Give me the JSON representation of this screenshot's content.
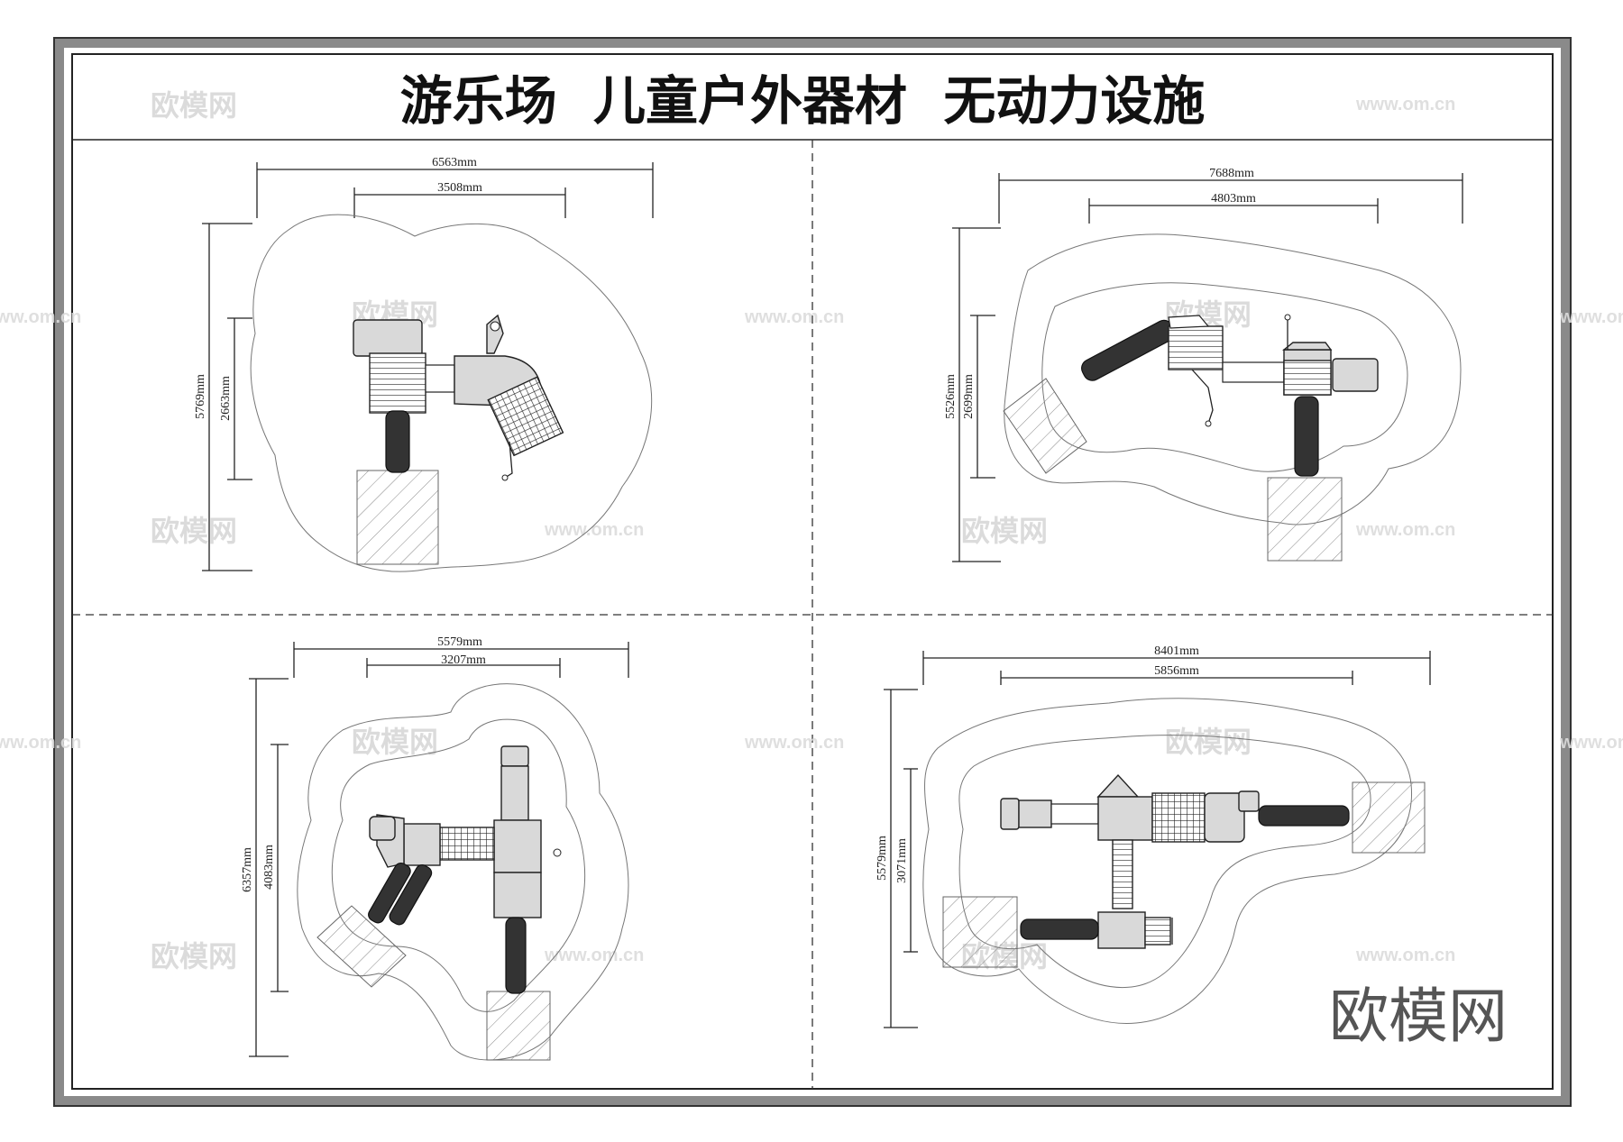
{
  "title": "游乐场  儿童户外器材  无动力设施",
  "brand_text": "欧模网",
  "watermark": {
    "logo_text": "欧模网",
    "url_text": "www.om.cn"
  },
  "panels": [
    {
      "id": "top-left",
      "dims": {
        "overall_width": "6563mm",
        "inner_width": "3508mm",
        "overall_depth": "5769mm",
        "inner_depth": "2663mm"
      }
    },
    {
      "id": "top-right",
      "dims": {
        "overall_width": "7688mm",
        "inner_width": "4803mm",
        "overall_depth": "5526mm",
        "inner_depth": "2699mm"
      }
    },
    {
      "id": "bottom-left",
      "dims": {
        "overall_width": "5579mm",
        "inner_width": "3207mm",
        "overall_depth": "6357mm",
        "inner_depth": "4083mm"
      }
    },
    {
      "id": "bottom-right",
      "dims": {
        "overall_width": "8401mm",
        "inner_width": "5856mm",
        "overall_depth": "5579mm",
        "inner_depth": "3071mm"
      }
    }
  ]
}
